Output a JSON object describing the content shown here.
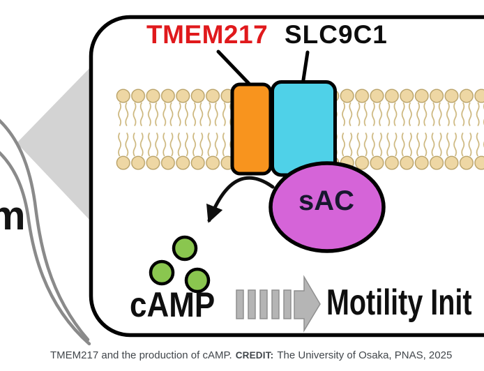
{
  "figure": {
    "labels": {
      "protein_red": "TMEM217",
      "protein_black": "SLC9C1",
      "enzyme": "sAC",
      "molecule": "cAMP",
      "outcome": "Motility Init",
      "cell_fragment": "m"
    },
    "colors": {
      "protein_red_text": "#e0191c",
      "protein_red_box": "#f8941e",
      "protein_black_box": "#4fd1e8",
      "enzyme_fill": "#d564d8",
      "molecule_dot": "#8ac64f",
      "membrane_head": "#eed7a4",
      "membrane_tail": "#ccb67c",
      "signal_arrow_gray": "#b5b5b5",
      "zoom_triangle_gray": "#d3d3d3",
      "flagellum_gray": "#8a8a8a"
    }
  },
  "caption": {
    "text": "TMEM217 and the production of cAMP.",
    "credit_label": "CREDIT:",
    "credit_text": "The University of Osaka, PNAS, 2025"
  }
}
